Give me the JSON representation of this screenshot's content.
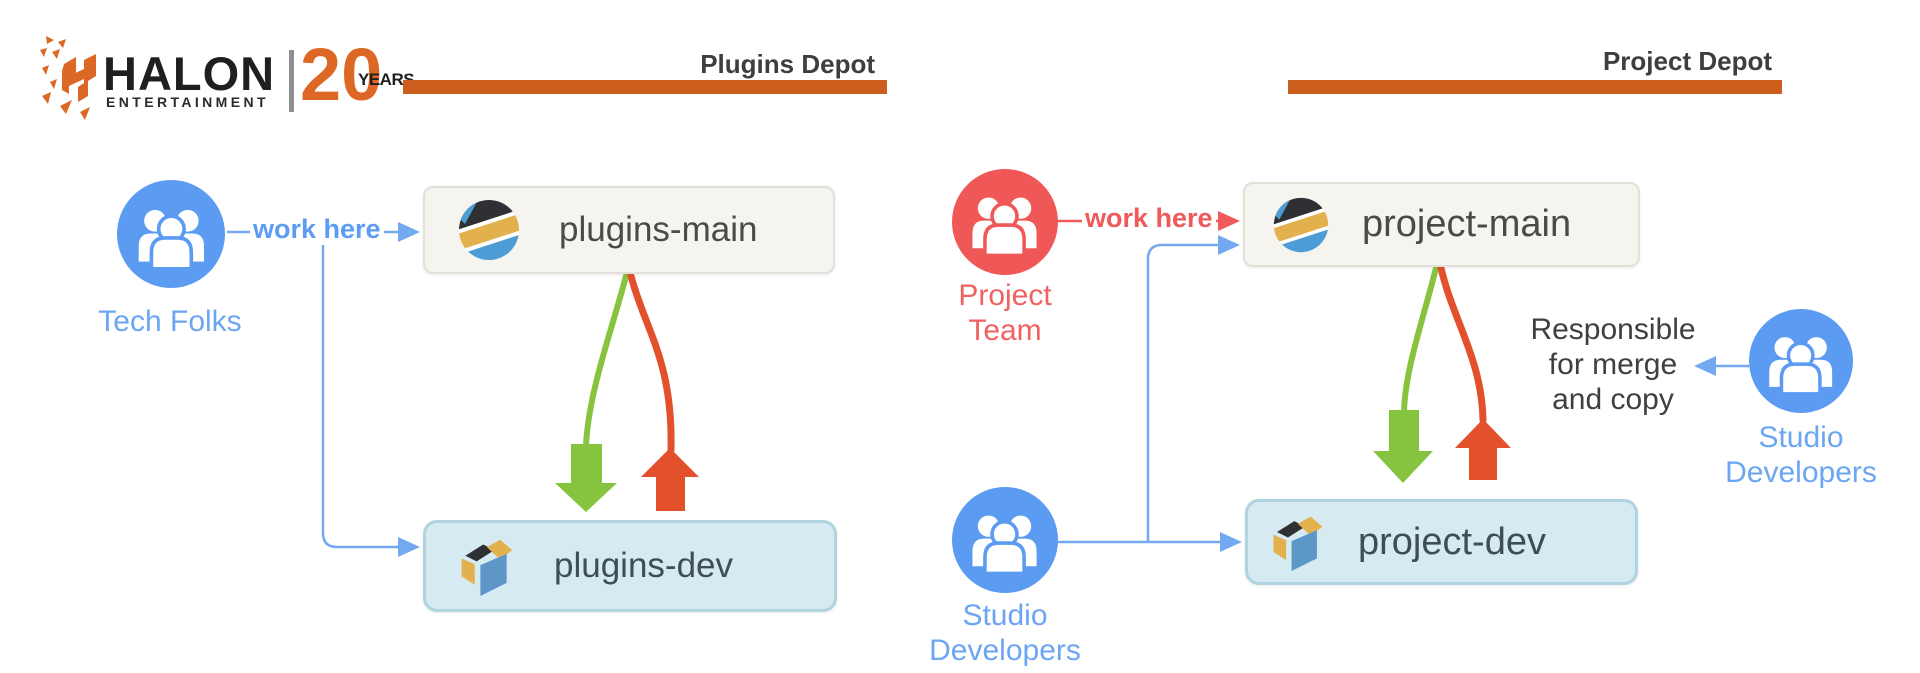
{
  "logo": {
    "brand": "HALON",
    "subtitle": "ENTERTAINMENT",
    "anniversary_number": "20",
    "anniversary_label": "YEARS"
  },
  "colors": {
    "depot_bar_orange": "#cb5e1d",
    "logo_orange": "#dd6826",
    "actor_blue": "#5b9bf2",
    "actor_red": "#f05858",
    "link_blue": "#74a9f2",
    "merge_green": "#86c440",
    "copy_red": "#e2512b",
    "main_box_bg": "#f5f4ef",
    "dev_box_bg": "#d5eaf1"
  },
  "plugins_depot": {
    "title": "Plugins Depot",
    "actor": {
      "label": "Tech Folks"
    },
    "work_here_label": "work here",
    "main_box": {
      "label": "plugins-main"
    },
    "dev_box": {
      "label": "plugins-dev"
    }
  },
  "project_depot": {
    "title": "Project Depot",
    "project_team": {
      "line1": "Project",
      "line2": "Team"
    },
    "work_here_label": "work here",
    "main_box": {
      "label": "project-main"
    },
    "dev_box": {
      "label": "project-dev"
    },
    "studio_developers_bottom": {
      "line1": "Studio",
      "line2": "Developers"
    },
    "studio_developers_right": {
      "line1": "Studio",
      "line2": "Developers"
    },
    "merge_note": {
      "line1": "Responsible",
      "line2": "for merge",
      "line3": "and copy"
    }
  }
}
